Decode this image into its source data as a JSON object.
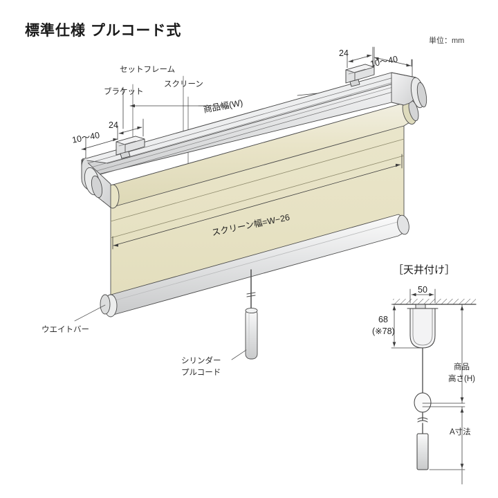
{
  "header": {
    "title": "標準仕様 プルコード式",
    "unit_note": "単位：mm"
  },
  "main_diagram": {
    "callouts": {
      "set_frame": "セットフレーム",
      "bracket": "ブラケット",
      "screen": "スクリーン",
      "product_width": "商品幅(W)",
      "screen_width_formula": "スクリーン幅=W−26",
      "weight_bar": "ウエイトバー",
      "cylinder_pull_cord_line1": "シリンダー",
      "cylinder_pull_cord_line2": "プルコード"
    },
    "dimensions": {
      "bracket_left_24": "24",
      "bracket_left_range": "10〜40",
      "bracket_right_24": "24",
      "bracket_right_range": "10〜40"
    },
    "colors": {
      "screen_fabric": "#e7e2c4",
      "frame_gray": "#d8d9da",
      "outline": "#4a4a4a"
    }
  },
  "ceiling_detail": {
    "heading": "［天井付け］",
    "dimensions": {
      "depth_50": "50",
      "height_68": "68",
      "height_alt": "(※78)",
      "product_height_line1": "商品",
      "product_height_line2": "高さ(H)",
      "a_dimension": "A寸法"
    }
  }
}
